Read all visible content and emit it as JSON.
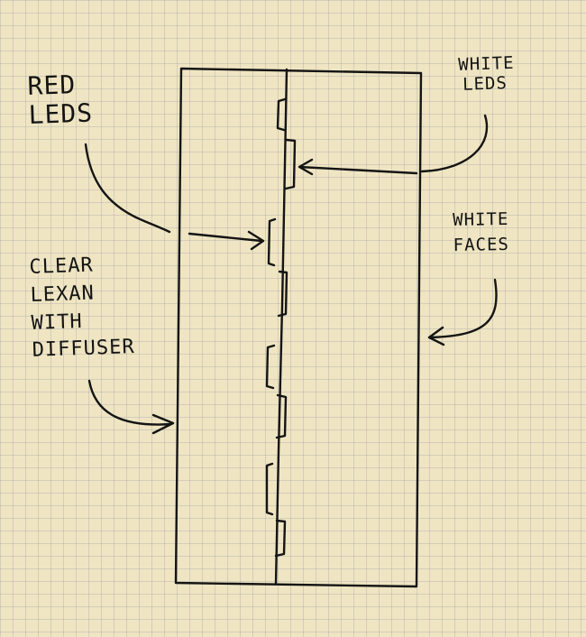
{
  "labels": {
    "red_leds": [
      "RED",
      "LEDS"
    ],
    "white_leds": [
      "WHITE",
      "LEDS"
    ],
    "white_faces": [
      "WHITE",
      "FACES"
    ],
    "clear_lexan": [
      "CLEAR",
      "LEXAN",
      "WITH",
      "DIFFUSER"
    ]
  },
  "colors": {
    "paper": "#efe5c2",
    "grid": "#a7a7b4",
    "ink": "#141414"
  }
}
